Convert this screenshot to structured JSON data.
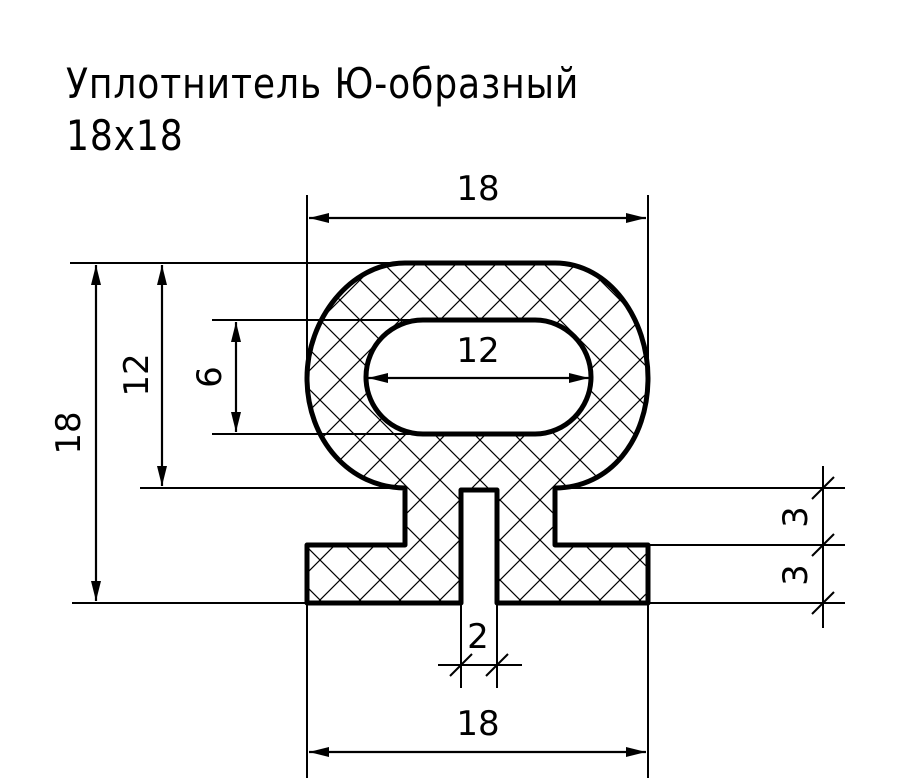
{
  "title": {
    "line1": "Уплотнитель Ю-образный",
    "line2": "18x18"
  },
  "dimensions": {
    "top_width": "18",
    "bottom_width": "18",
    "overall_height": "18",
    "bulb_height": "12",
    "hole_height": "6",
    "hole_width": "12",
    "slot_width": "2",
    "flange_upper": "3",
    "flange_lower": "3"
  },
  "colors": {
    "line": "#000000",
    "background": "#ffffff"
  }
}
